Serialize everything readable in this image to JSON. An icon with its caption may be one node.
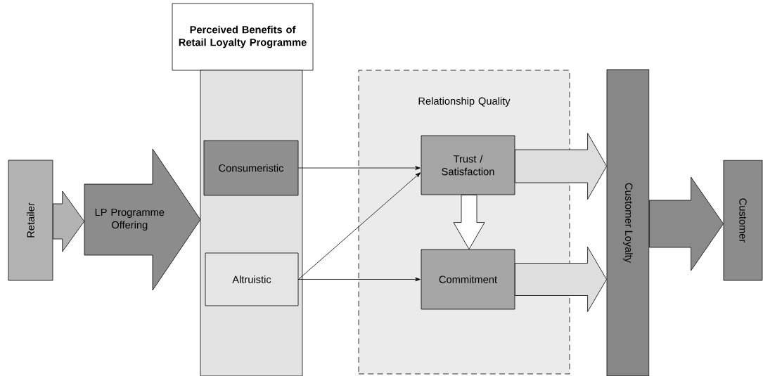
{
  "diagram": {
    "nodes": [
      {
        "text": [
          "Retailer"
        ]
      },
      {
        "text": [
          "LP Programme Offering"
        ]
      },
      {
        "text": [
          "Perceived Benefits of Retail Loyalty Programme"
        ]
      },
      {
        "text": [],
        "shape": "bar"
      },
      {
        "text": [
          "Consumeristic"
        ],
        "in": 3
      },
      {
        "text": [
          "Altruistic"
        ],
        "in": 3
      },
      {
        "text": [
          "Relationship Quality"
        ]
      },
      {
        "text": [
          "Trust / Satisfaction"
        ],
        "in": 6
      },
      {
        "text": [
          "Commitment"
        ],
        "in": 6
      },
      {
        "text": [
          "Customer Loyalty"
        ]
      },
      {
        "text": [
          "Customer"
        ]
      }
    ],
    "edges": [
      {
        "from": 0,
        "to": 1,
        "arrow": "to",
        "style": "thick",
        "color": "#b3b3b3"
      },
      {
        "from": 4,
        "to": 7,
        "arrow": "to"
      },
      {
        "from": 5,
        "to": 7,
        "arrow": "to"
      },
      {
        "from": 5,
        "to": 8,
        "arrow": "to"
      },
      {
        "from": 7,
        "to": 8,
        "arrow": "to",
        "style": "thick",
        "color": "#ffffff"
      },
      {
        "from": 7,
        "to": 9,
        "arrow": "to",
        "style": "thick",
        "color": "#dedede"
      },
      {
        "from": 8,
        "to": 9,
        "arrow": "to",
        "style": "thick",
        "color": "#dedede"
      },
      {
        "from": 9,
        "to": 10,
        "arrow": "to",
        "style": "thick",
        "color": "#8a8a8a"
      }
    ]
  }
}
